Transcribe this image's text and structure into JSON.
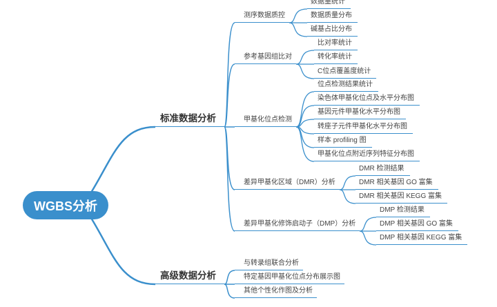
{
  "root": "WGBS分析",
  "branches": [
    {
      "label": "标准数据分析",
      "children": [
        {
          "label": "测序数据质控",
          "children": [
            {
              "label": "数据量统计"
            },
            {
              "label": "数据质量分布"
            },
            {
              "label": "碱基占比分布"
            }
          ]
        },
        {
          "label": "参考基因组比对",
          "children": [
            {
              "label": "比对率统计"
            },
            {
              "label": "转化率统计"
            },
            {
              "label": "C位点覆盖度统计"
            }
          ]
        },
        {
          "label": "甲基化位点检测",
          "children": [
            {
              "label": "位点检测结果统计"
            },
            {
              "label": "染色体甲基化位点及水平分布图"
            },
            {
              "label": "基因元件甲基化水平分布图"
            },
            {
              "label": "转座子元件甲基化水平分布图"
            },
            {
              "label": "样本 profiling 图"
            },
            {
              "label": "甲基化位点附近序列特征分布图"
            }
          ]
        },
        {
          "label": "差异甲基化区域（DMR）分析",
          "children": [
            {
              "label": "DMR 检测结果"
            },
            {
              "label": "DMR 相关基因 GO 富集"
            },
            {
              "label": "DMR 相关基因 KEGG 富集"
            }
          ]
        },
        {
          "label": "差异甲基化修饰启动子（DMP）分析",
          "children": [
            {
              "label": "DMP 检测结果"
            },
            {
              "label": "DMP 相关基因 GO 富集"
            },
            {
              "label": "DMP 相关基因 KEGG 富集"
            }
          ]
        }
      ]
    },
    {
      "label": "高级数据分析",
      "children": [
        {
          "label": "与转录组联合分析"
        },
        {
          "label": "特定基因甲基化位点分布展示图"
        },
        {
          "label": "其他个性化作图及分析"
        }
      ]
    }
  ],
  "colors": {
    "line": "#3A8FCC",
    "root_fill": "#3A8FCC",
    "text": "#444444"
  }
}
